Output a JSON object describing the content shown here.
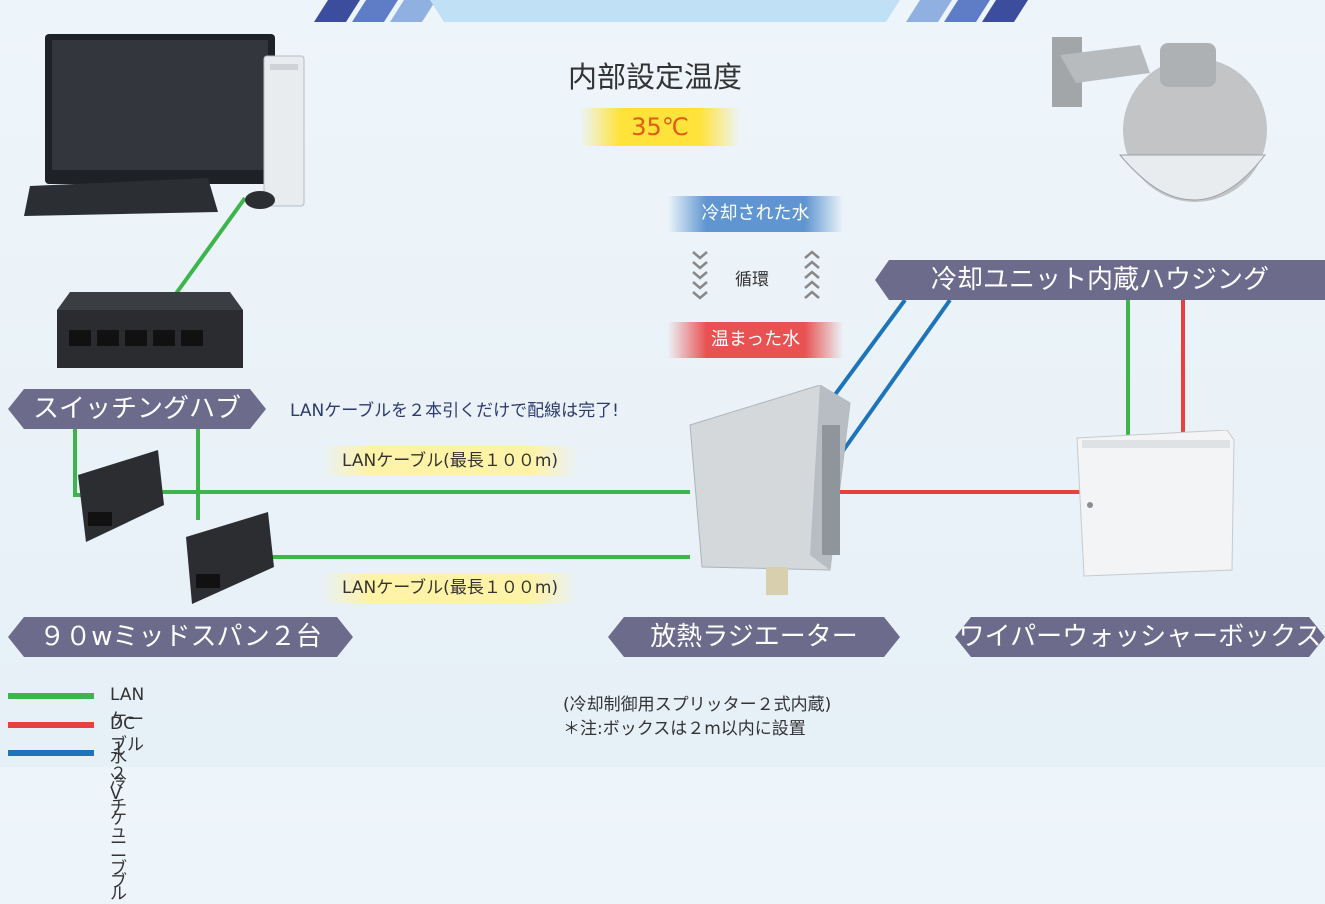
{
  "temperature": {
    "label": "内部設定温度",
    "value": "35℃"
  },
  "circulation": {
    "cooled": "冷却された水",
    "label": "循環",
    "warmed": "温まった水"
  },
  "labels": {
    "switching_hub": "スイッチングハブ",
    "midspan": "９０wミッドスパン２台",
    "radiator": "放熱ラジエーター",
    "housing": "冷却ユニット内蔵ハウジング",
    "wiper_box": "ワイパーウォッシャーボックス"
  },
  "cable_note": "LANケーブルを２本引くだけで配線は完了!",
  "lan_cable_tag_1": "LANケーブル(最長１００m)",
  "lan_cable_tag_2": "LANケーブル(最長１００m)",
  "notes": {
    "line1": "(冷却制御用スプリッター２式内蔵)",
    "line2": "＊注:ボックスは２m以内に設置"
  },
  "legend": [
    {
      "label": "LANケーブル",
      "color": "#3cb54a"
    },
    {
      "label": "DC１２Vケーブル",
      "color": "#e8413c"
    },
    {
      "label": "水冷チューブ",
      "color": "#1d74bb"
    }
  ],
  "colors": {
    "lan": "#3cb54a",
    "dc": "#e8413c",
    "water": "#1d74bb",
    "banner": "#6d6b8c"
  }
}
